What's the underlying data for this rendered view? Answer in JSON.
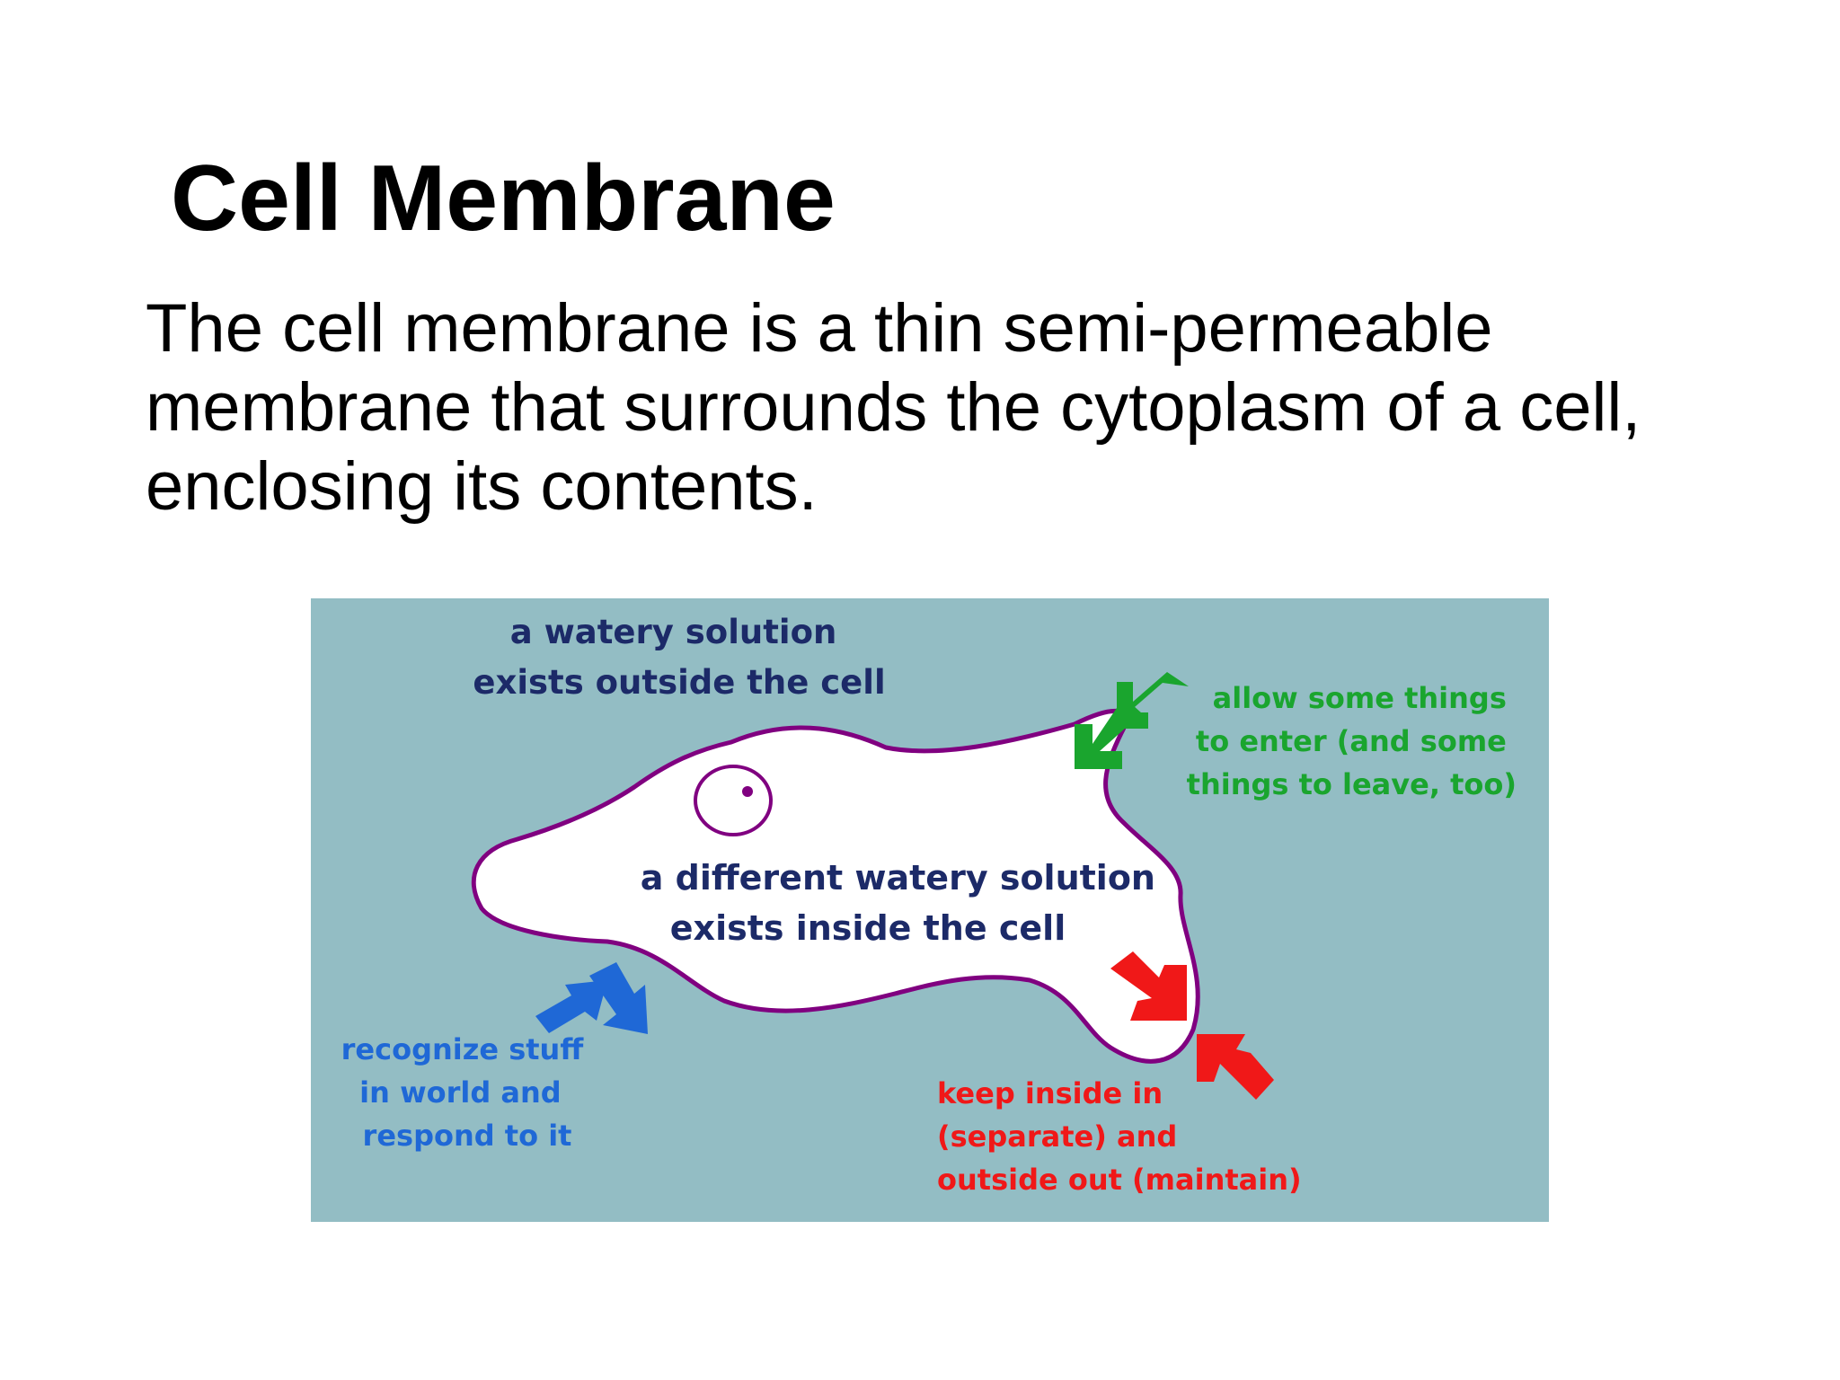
{
  "slide": {
    "title": "Cell Membrane",
    "body_lines": [
      "The cell membrane is a thin semi-permeable",
      "membrane that surrounds the cytoplasm of a cell,",
      "enclosing its contents."
    ]
  },
  "diagram": {
    "colors": {
      "background": "#93bdc4",
      "cell_fill": "#ffffff",
      "membrane": "#800080",
      "navy_text": "#1c2a68",
      "green": "#1aa52e",
      "blue": "#1f68d6",
      "red": "#f01818"
    },
    "outside_label": [
      "a watery solution",
      "exists outside the cell"
    ],
    "inside_label": [
      "a different watery solution",
      "exists inside the cell"
    ],
    "enter_label": [
      "allow some things",
      "to enter (and some",
      "things to leave, too)"
    ],
    "recognize_label": [
      "recognize stuff",
      "in world and",
      "respond to it"
    ],
    "keep_label": [
      "keep inside in",
      "(separate) and",
      "outside out (maintain)"
    ]
  }
}
